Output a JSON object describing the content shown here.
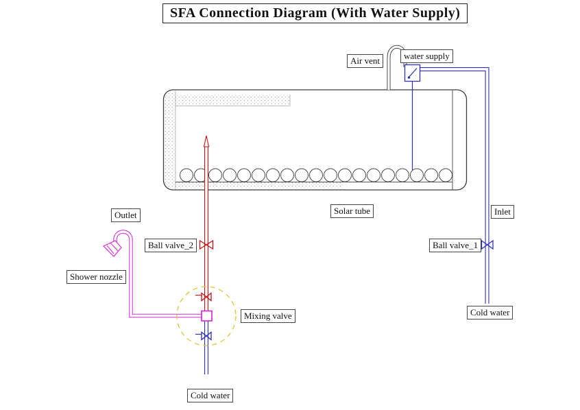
{
  "title": "SFA Connection Diagram (With Water Supply)",
  "labels": {
    "air_vent": "Air vent",
    "water_supply": "water supply",
    "solar_tube": "Solar tube",
    "inlet": "Inlet",
    "ball_valve_1": "Ball valve_1",
    "cold_water_right": "Cold water",
    "outlet": "Outlet",
    "shower_nozzle": "Shower nozzle",
    "ball_valve_2": "Ball valve_2",
    "mixing_valve": "Mixing valve",
    "cold_water_bottom": "Cold water"
  },
  "diagram": {
    "solar_tube_count": 19
  },
  "colors": {
    "hot_pipe": "#cc1111",
    "cold_pipe": "#2f2fb8",
    "mixed_pipe": "#d62bd6",
    "outline": "#3c3c3c",
    "highlight": "#d9c53a"
  }
}
